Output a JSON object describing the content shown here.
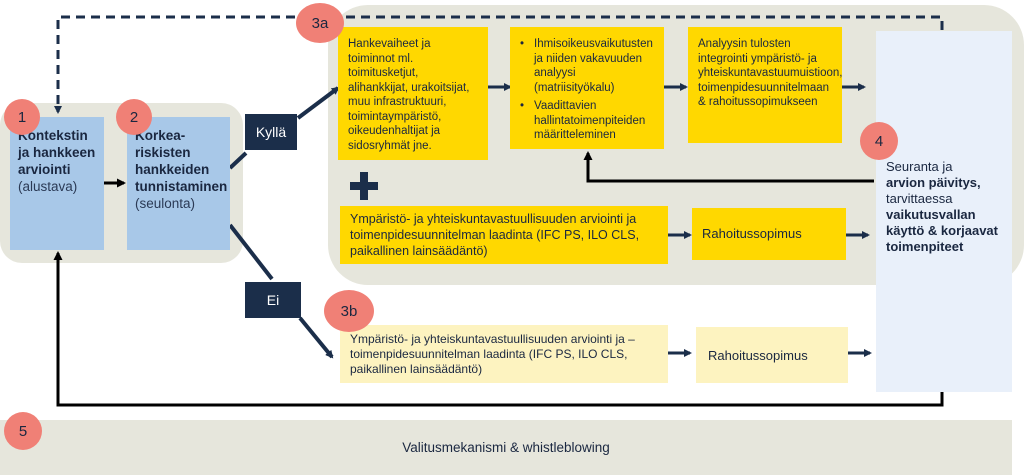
{
  "badges": {
    "b1": "1",
    "b2": "2",
    "b3a": "3a",
    "b3b": "3b",
    "b4": "4",
    "b5": "5"
  },
  "context_box": {
    "bold": "Kontekstin ja hankkeen arviointi",
    "light": "(alustava)"
  },
  "screening_box": {
    "bold": "Korkea-riskisten hankkeiden tunnistaminen",
    "light": "(seulonta)"
  },
  "yes_label": "Kyllä",
  "no_label": "Ei",
  "box_3a_1": "Hankevaiheet ja toiminnot ml. toimitusketjut, alihankkijat, urakoitsijat, muu infrastruktuuri, toimintaympäristö, oikeudenhaltijat ja sidosryhmät jne.",
  "box_3a_2": {
    "bullet1": "Ihmisoikeusvaikutusten ja niiden vakavuuden analyysi (matriisityökalu)",
    "bullet2": "Vaadittavien hallintatoimenpiteiden määritteleminen"
  },
  "box_3a_3": "Analyysin tulosten integrointi ympäristö- ja yhteiskuntavastuumuistioon, toimenpidesuunnitelmaan & rahoitussopimukseen",
  "box_3a_row2": "Ympäristö- ja yhteiskuntavastuullisuuden arviointi ja toimenpidesuunnitelman laadinta (IFC PS, ILO CLS, paikallinen lainsäädäntö)",
  "box_3a_rahoitus": "Rahoitussopimus",
  "box_3b": "Ympäristö- ja yhteiskuntavastuullisuuden arviointi ja – toimenpidesuunnitelman laadinta (IFC PS, ILO CLS, paikallinen lainsäädäntö)",
  "box_3b_rahoitus": "Rahoitussopimus",
  "box_4": {
    "l1": "Seuranta ja",
    "l2": "arvion päivitys,",
    "l3": "tarvittaessa",
    "l4": "vaikutusvallan käyttö & korjaavat toimenpiteet"
  },
  "box_5": "Valitusmekanismi & whistleblowing",
  "colors": {
    "navy": "#1b2e4a",
    "yellow": "#ffd800",
    "pale_yellow": "#fdf3c0",
    "blue": "#a8c8e8",
    "badge": "#f08076",
    "panel": "#e6e6dc",
    "light_blue": "#e9f0fa"
  }
}
